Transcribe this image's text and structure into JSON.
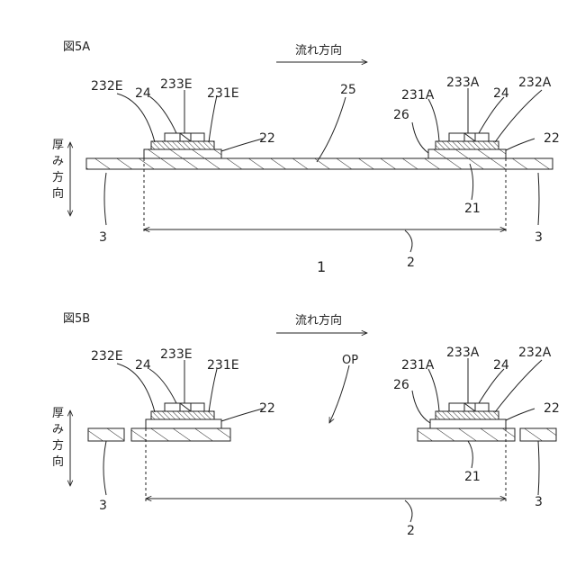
{
  "figure_a": {
    "title": "図5A",
    "flow_label": "流れ方向",
    "thickness_label": [
      "厚",
      "み",
      "方",
      "向"
    ],
    "labels": {
      "l232E": "232E",
      "l24_left": "24",
      "l233E": "233E",
      "l231E": "231E",
      "l25": "25",
      "l22_left": "22",
      "l231A": "231A",
      "l233A": "233A",
      "l232A": "232A",
      "l24_right": "24",
      "l26": "26",
      "l22_right": "22",
      "l21": "21",
      "l3_left": "3",
      "l3_right": "3",
      "l2": "2",
      "l1": "1"
    }
  },
  "figure_b": {
    "title": "図5B",
    "flow_label": "流れ方向",
    "thickness_label": [
      "厚",
      "み",
      "方",
      "向"
    ],
    "labels": {
      "l232E": "232E",
      "l24_left": "24",
      "l233E": "233E",
      "l231E": "231E",
      "lOP": "OP",
      "l22_left": "22",
      "l231A": "231A",
      "l233A": "233A",
      "l232A": "232A",
      "l24_right": "24",
      "l26": "26",
      "l22_right": "22",
      "l21": "21",
      "l3_left": "3",
      "l3_right": "3",
      "l2": "2"
    }
  },
  "colors": {
    "line": "#222222",
    "background": "#ffffff"
  }
}
